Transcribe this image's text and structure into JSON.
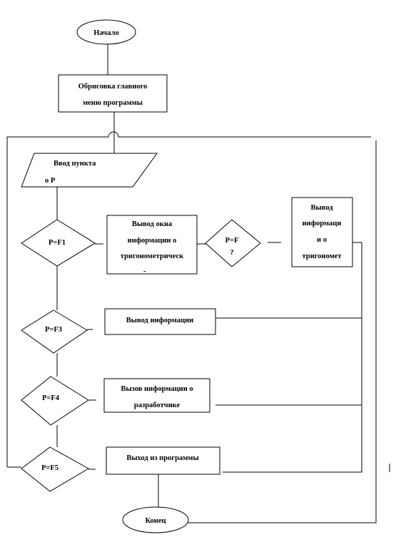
{
  "flowchart": {
    "start": "Начало",
    "draw_menu": [
      "Обрисовка главного",
      "меню программы"
    ],
    "input": [
      "Ввод пункта",
      "о P"
    ],
    "cond_f1": "P=F1",
    "box_f1": [
      "Вывод окна",
      "информации о",
      "тригонометрическ",
      "-"
    ],
    "cond_f": [
      "P=F",
      "?"
    ],
    "box_f": [
      "Вывод",
      "информаци",
      "и о",
      "тригономет"
    ],
    "cond_f3": "P=F3",
    "box_f3": "Вывод информации",
    "cond_f4": "P=F4",
    "box_f4": [
      "Вызов информации о",
      "разработчике"
    ],
    "cond_f5": "P=F5",
    "box_f5": "Выход из программы",
    "end": "Конец"
  }
}
